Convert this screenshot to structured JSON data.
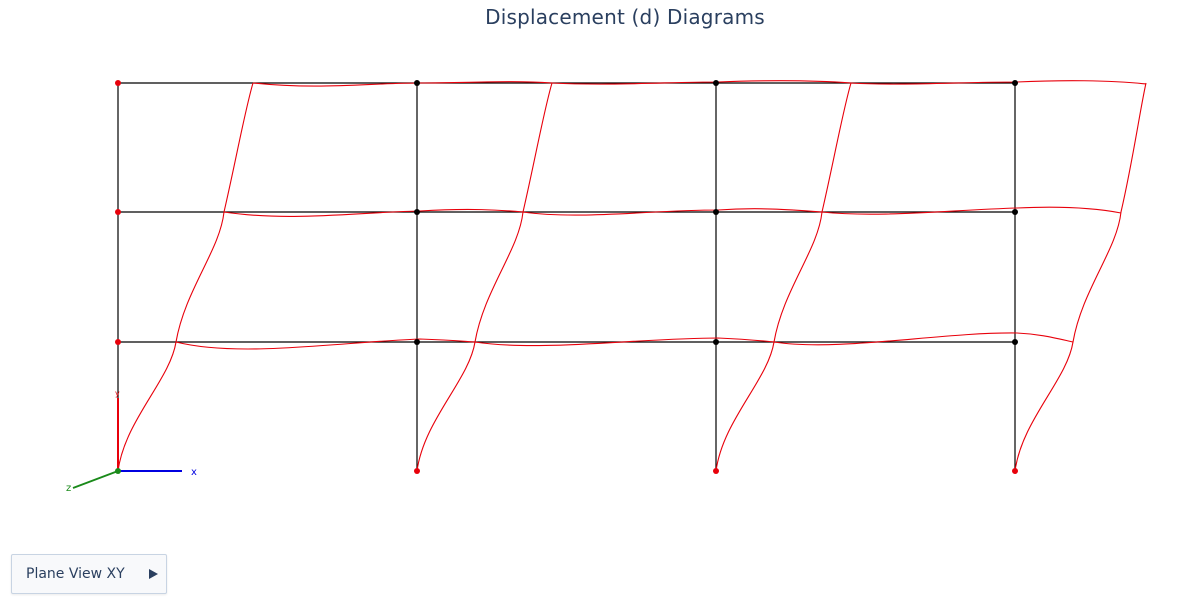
{
  "title": "Displacement (d) Diagrams",
  "view_button": {
    "label": "Plane View XY"
  },
  "axes": {
    "x_label": "x",
    "z_label": "z",
    "y_label": "y"
  },
  "colors": {
    "frame": "#000000",
    "displacement": "#e8000b",
    "support_node": "#e8000b",
    "node": "#000000",
    "axis_x": "#0000e0",
    "axis_y": "#e8000b",
    "axis_z": "#1a8a1a",
    "title": "#2a3f5f"
  }
}
